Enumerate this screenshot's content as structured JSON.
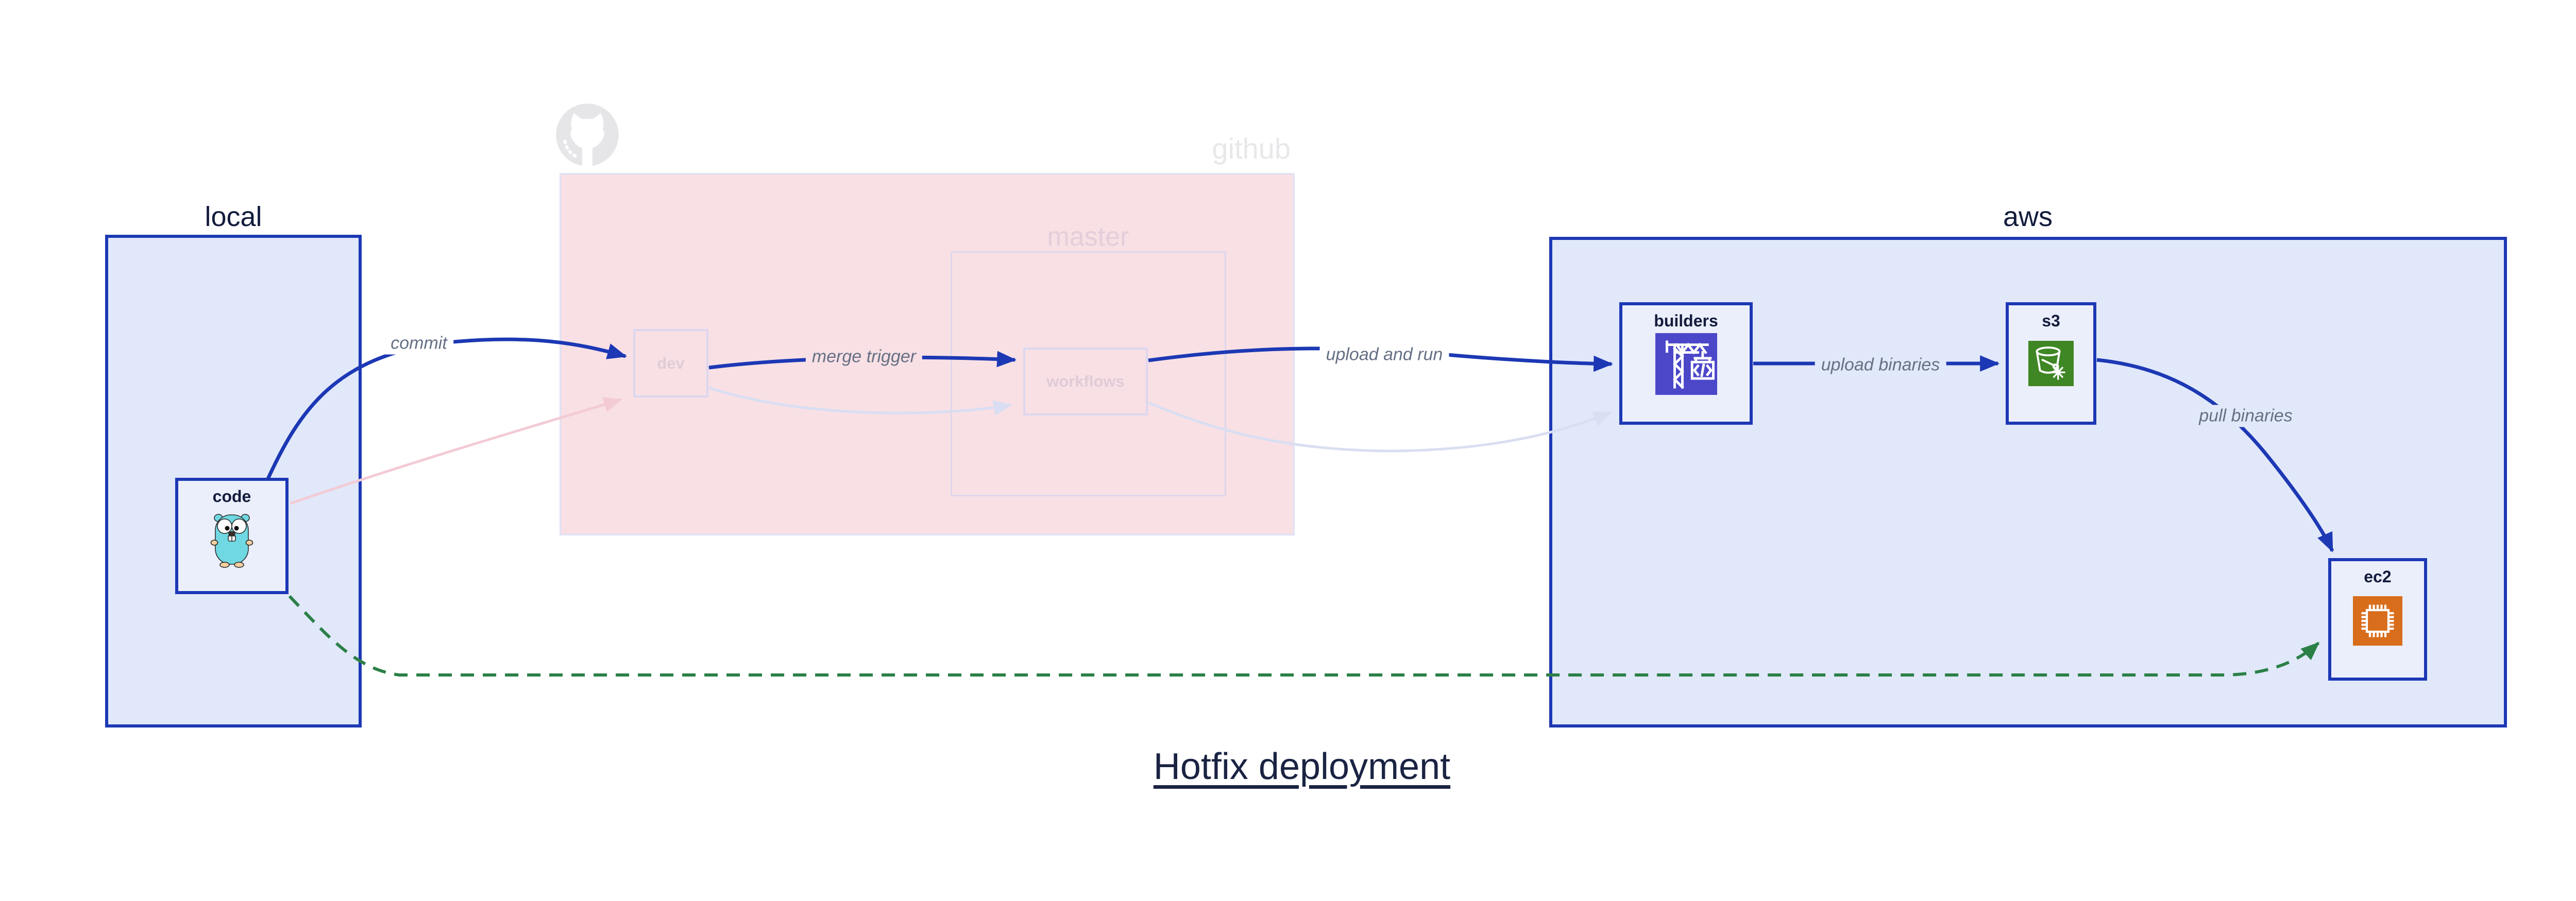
{
  "title": {
    "text": "Hotfix deployment"
  },
  "containers": {
    "local": {
      "label": "local"
    },
    "github": {
      "label": "github",
      "icon": "octocat-icon"
    },
    "master": {
      "label": "master"
    },
    "aws": {
      "label": "aws"
    }
  },
  "nodes": {
    "code": {
      "label": "code",
      "icon": "go-gopher-icon"
    },
    "dev": {
      "label": "dev"
    },
    "workflows": {
      "label": "workflows"
    },
    "builders": {
      "label": "builders",
      "icon": "codebuild-crane-icon",
      "icon_bg": "#4c47c9"
    },
    "s3": {
      "label": "s3",
      "icon": "s3-glacier-bucket-icon",
      "icon_bg": "#3f8624"
    },
    "ec2": {
      "label": "ec2",
      "icon": "ec2-chip-icon",
      "icon_bg": "#d86d1c"
    }
  },
  "edges": {
    "commit": {
      "from": "code",
      "to": "dev",
      "label": "commit",
      "style": "solid-blue"
    },
    "merge_trigger": {
      "from": "dev",
      "to": "workflows",
      "label": "merge trigger",
      "style": "solid-blue"
    },
    "upload_and_run": {
      "from": "workflows",
      "to": "builders",
      "label": "upload and run",
      "style": "solid-blue"
    },
    "upload_binaries": {
      "from": "builders",
      "to": "s3",
      "label": "upload binaries",
      "style": "solid-blue"
    },
    "pull_binaries": {
      "from": "s3",
      "to": "ec2",
      "label": "pull binaries",
      "style": "solid-blue"
    },
    "hotfix_pull": {
      "from": "code",
      "to": "ec2",
      "label": "",
      "style": "dashed-green"
    },
    "faded_code_dev": {
      "from": "code",
      "to": "dev",
      "label": "",
      "style": "faded-pink"
    },
    "faded_dev_workflows": {
      "from": "dev",
      "to": "workflows",
      "label": "",
      "style": "faded-lavender"
    },
    "faded_workflows_builders": {
      "from": "workflows",
      "to": "builders",
      "label": "",
      "style": "faded-lavender"
    }
  },
  "colors": {
    "edge_blue": "#1c38b4",
    "edge_green": "#2b8047",
    "edge_label_gray": "#667084",
    "container_blue_fill": "#e1e8fa",
    "github_pink_fill": "#f8e0e5",
    "node_fill": "#ebeffc",
    "builders_icon_bg": "#4c47c9",
    "s3_icon_bg": "#3f8624",
    "ec2_icon_bg": "#d86d1c",
    "gopher_teal": "#6fd8e2",
    "faded_pink_edge": "#f3cbd5",
    "faded_lavender_edge": "#d9def2",
    "octocat_gray": "#e6e6e9"
  }
}
